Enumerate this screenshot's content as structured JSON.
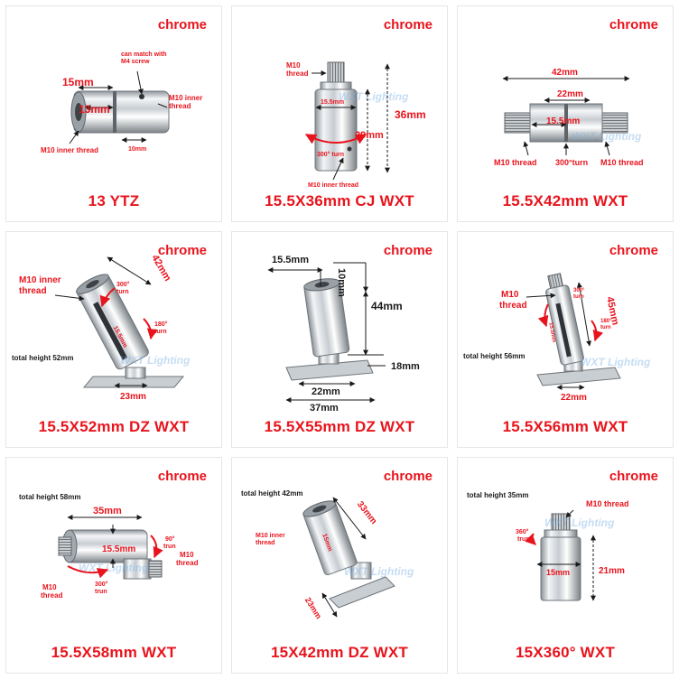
{
  "panels": [
    {
      "finish": "chrome",
      "caption": "13 YTZ",
      "labels": {
        "d1": "15mm",
        "d2": "13mm",
        "note": "can match with",
        "note2": "M4 screw",
        "inner1": "M10 inner",
        "inner1b": "thread",
        "inner2": "M10 inner thread",
        "len": "10mm"
      }
    },
    {
      "finish": "chrome",
      "caption": "15.5X36mm CJ   WXT",
      "labels": {
        "m10a": "M10",
        "m10b": "thread",
        "dia": "15.5mm",
        "h1": "36mm",
        "h2": "29mm",
        "turn": "300° turn",
        "inner": "M10 inner thread",
        "wm": "WXT Lighting"
      }
    },
    {
      "finish": "chrome",
      "caption": "15.5X42mm WXT",
      "labels": {
        "len": "42mm",
        "mid": "22mm",
        "dia": "15.5mm",
        "t1": "M10 thread",
        "turn": "300°turn",
        "t2": "M10 thread",
        "wm": "WXT Lighting"
      }
    },
    {
      "finish": "chrome",
      "caption": "15.5X52mm DZ   WXT",
      "labels": {
        "inner": "M10 inner",
        "innerb": "thread",
        "len": "42mm",
        "turnA": "300°",
        "turnAb": "turn",
        "dia": "15.5mm",
        "turnB": "180°",
        "turnBb": "turn",
        "height": "total height 52mm",
        "base": "23mm",
        "wm": "WXT Lighting"
      }
    },
    {
      "finish": "chrome",
      "caption": "15.5X55mm DZ   WXT",
      "labels": {
        "dia": "15.5mm",
        "top": "10mm",
        "len": "44mm",
        "side": "18mm",
        "base1": "22mm",
        "base2": "37mm"
      }
    },
    {
      "finish": "chrome",
      "caption": "15.5X56mm WXT",
      "labels": {
        "m10": "M10",
        "m10b": "thread",
        "len": "45mm",
        "turnA": "300°",
        "turnAb": "turn",
        "turnB": "180°",
        "turnBb": "turn",
        "dia": "15.5mm",
        "height": "total height 56mm",
        "base": "22mm",
        "wm": "WXT Lighting"
      }
    },
    {
      "finish": "chrome",
      "caption": "15.5X58mm WXT",
      "labels": {
        "height": "total height 58mm",
        "len": "35mm",
        "dia": "15.5mm",
        "turnA": "90°",
        "turnAb": "trun",
        "m10a": "M10",
        "m10ab": "thread",
        "turnB": "300°",
        "turnBb": "trun",
        "m10b": "M10",
        "m10bb": "thread",
        "wm": "WXT Lighting"
      }
    },
    {
      "finish": "chrome",
      "caption": "15X42mm DZ   WXT",
      "labels": {
        "height": "total height 42mm",
        "inner": "M10 inner",
        "innerb": "thread",
        "len": "33mm",
        "dia": "15mm",
        "base": "23mm",
        "wm": "WXT Lighting"
      }
    },
    {
      "finish": "chrome",
      "caption": "15X360° WXT",
      "labels": {
        "height": "total height 35mm",
        "m10": "M10 thread",
        "turn": "360°",
        "turnb": "trun",
        "dia": "15mm",
        "h": "21mm",
        "wm": "WXT Lighting"
      }
    }
  ]
}
